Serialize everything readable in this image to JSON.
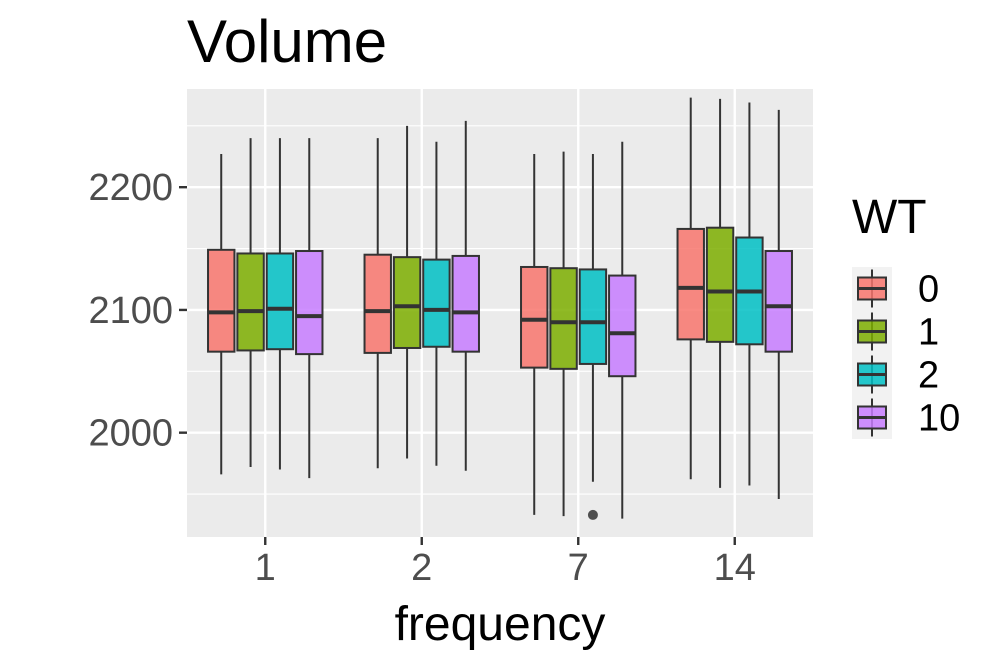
{
  "chart_data": {
    "type": "boxplot",
    "title": "Volume",
    "xlabel": "frequency",
    "ylabel": "",
    "ylim": [
      1915,
      2280
    ],
    "y_ticks": [
      2000,
      2100,
      2200
    ],
    "y_tick_labels": [
      "2000",
      "2100",
      "2200"
    ],
    "grid": true,
    "legend_position": "right",
    "legend_title": "WT",
    "categories": [
      "1",
      "2",
      "7",
      "14"
    ],
    "series": [
      {
        "name": "0",
        "color": "#F8766D",
        "boxes": [
          {
            "whisker_low": 1966,
            "q1": 2066,
            "median": 2098,
            "q3": 2149,
            "whisker_high": 2227,
            "outliers": []
          },
          {
            "whisker_low": 1971,
            "q1": 2065,
            "median": 2099,
            "q3": 2145,
            "whisker_high": 2240,
            "outliers": []
          },
          {
            "whisker_low": 1933,
            "q1": 2053,
            "median": 2092,
            "q3": 2135,
            "whisker_high": 2227,
            "outliers": []
          },
          {
            "whisker_low": 1962,
            "q1": 2076,
            "median": 2118,
            "q3": 2166,
            "whisker_high": 2273,
            "outliers": []
          }
        ]
      },
      {
        "name": "1",
        "color": "#7CAE00",
        "boxes": [
          {
            "whisker_low": 1972,
            "q1": 2067,
            "median": 2099,
            "q3": 2146,
            "whisker_high": 2240,
            "outliers": []
          },
          {
            "whisker_low": 1979,
            "q1": 2069,
            "median": 2103,
            "q3": 2143,
            "whisker_high": 2250,
            "outliers": []
          },
          {
            "whisker_low": 1932,
            "q1": 2052,
            "median": 2090,
            "q3": 2134,
            "whisker_high": 2229,
            "outliers": []
          },
          {
            "whisker_low": 1955,
            "q1": 2074,
            "median": 2115,
            "q3": 2167,
            "whisker_high": 2272,
            "outliers": []
          }
        ]
      },
      {
        "name": "2",
        "color": "#00BFC4",
        "boxes": [
          {
            "whisker_low": 1970,
            "q1": 2068,
            "median": 2101,
            "q3": 2146,
            "whisker_high": 2240,
            "outliers": []
          },
          {
            "whisker_low": 1973,
            "q1": 2070,
            "median": 2100,
            "q3": 2141,
            "whisker_high": 2237,
            "outliers": []
          },
          {
            "whisker_low": 1960,
            "q1": 2056,
            "median": 2090,
            "q3": 2133,
            "whisker_high": 2227,
            "outliers": [
              1933
            ]
          },
          {
            "whisker_low": 1957,
            "q1": 2072,
            "median": 2115,
            "q3": 2159,
            "whisker_high": 2269,
            "outliers": []
          }
        ]
      },
      {
        "name": "10",
        "color": "#C77CFF",
        "boxes": [
          {
            "whisker_low": 1963,
            "q1": 2064,
            "median": 2095,
            "q3": 2148,
            "whisker_high": 2240,
            "outliers": []
          },
          {
            "whisker_low": 1969,
            "q1": 2066,
            "median": 2098,
            "q3": 2144,
            "whisker_high": 2254,
            "outliers": []
          },
          {
            "whisker_low": 1930,
            "q1": 2046,
            "median": 2081,
            "q3": 2128,
            "whisker_high": 2237,
            "outliers": []
          },
          {
            "whisker_low": 1946,
            "q1": 2066,
            "median": 2103,
            "q3": 2148,
            "whisker_high": 2263,
            "outliers": []
          }
        ]
      }
    ]
  }
}
